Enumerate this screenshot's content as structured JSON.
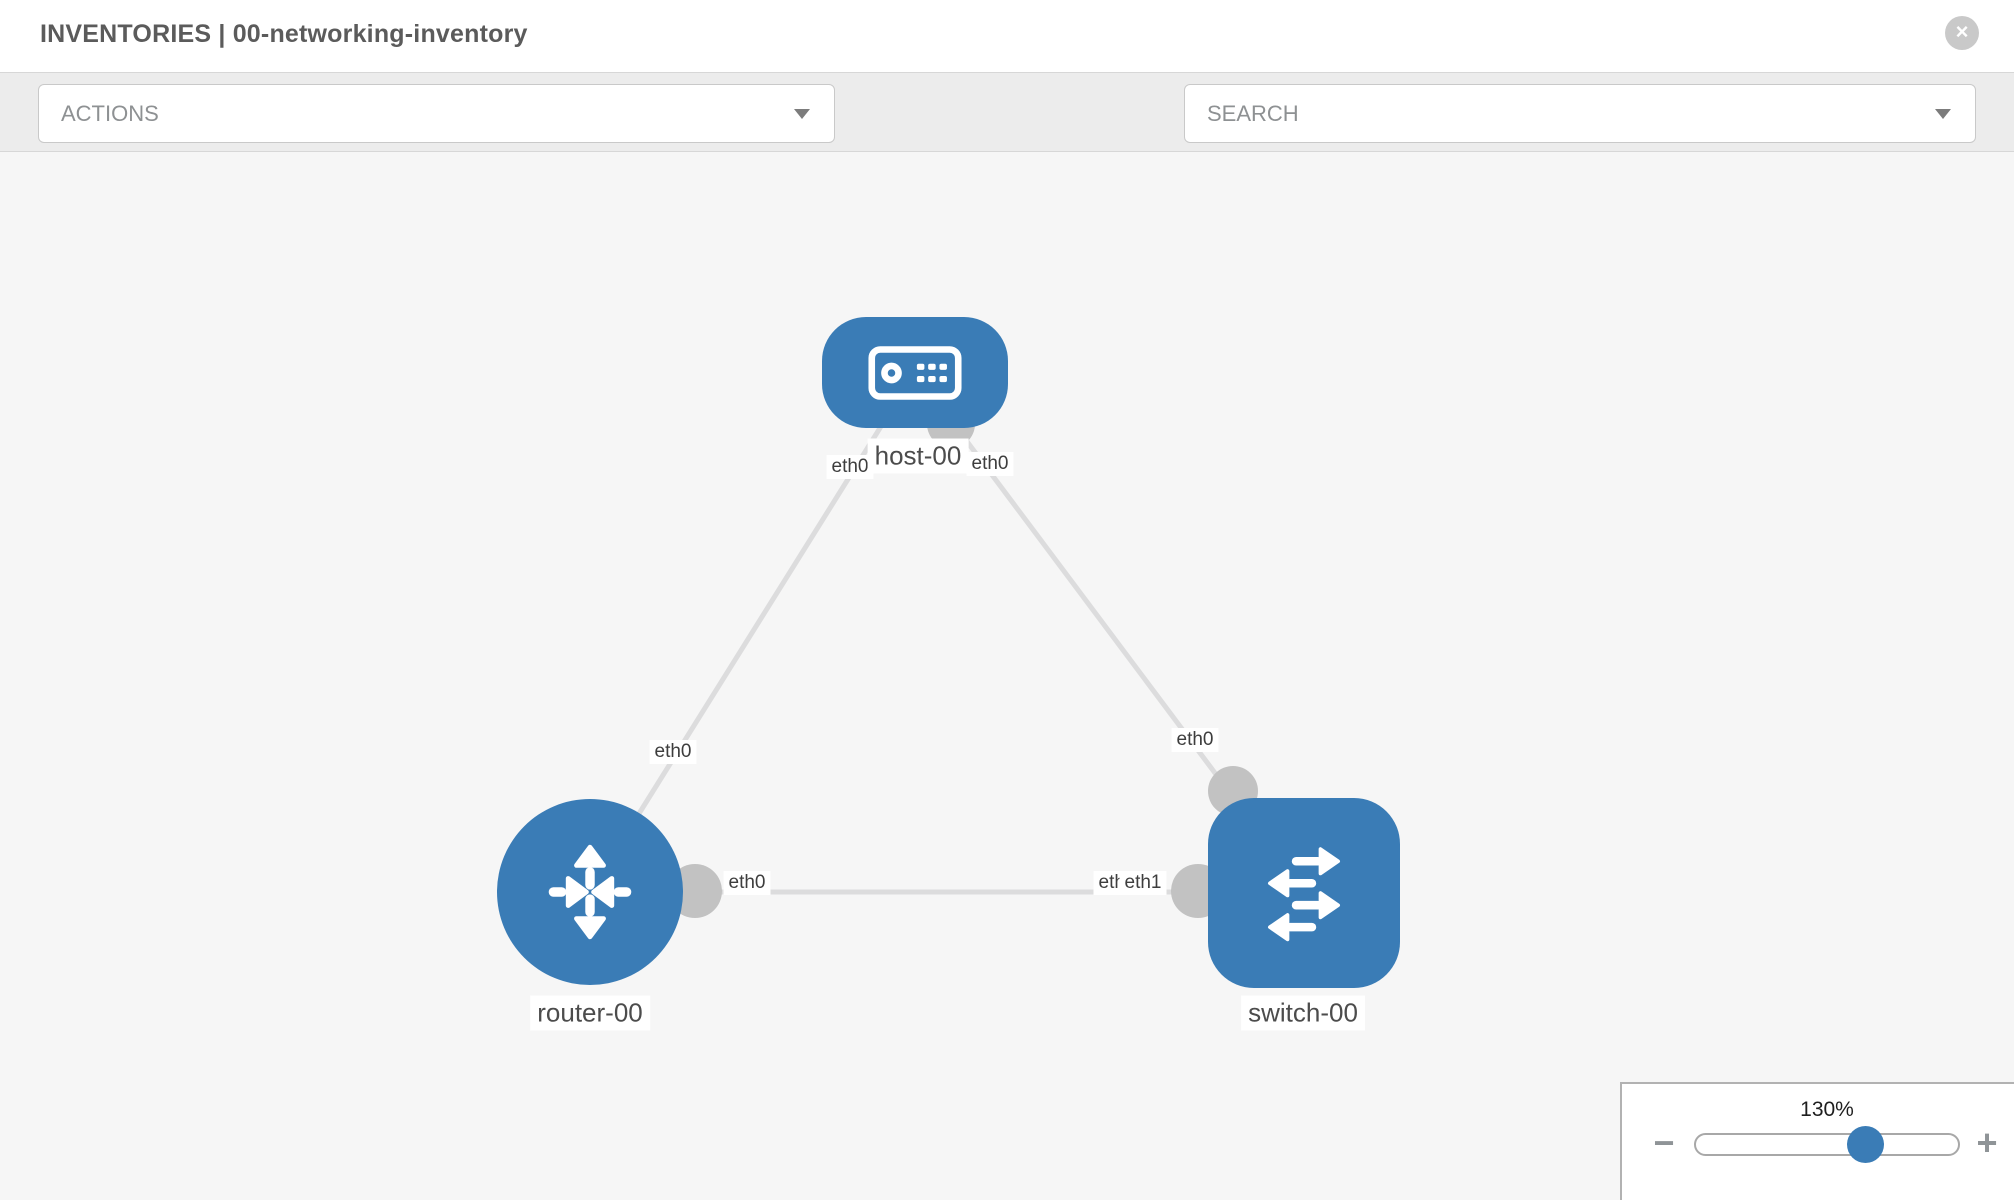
{
  "header": {
    "title": "INVENTORIES | 00-networking-inventory"
  },
  "toolbar": {
    "actions_label": "ACTIONS",
    "search_placeholder": "SEARCH"
  },
  "topology": {
    "nodes": [
      {
        "id": "host-00",
        "type": "host",
        "label": "host-00"
      },
      {
        "id": "router-00",
        "type": "router",
        "label": "router-00"
      },
      {
        "id": "switch-00",
        "type": "switch",
        "label": "switch-00"
      }
    ],
    "links": [
      {
        "from": "host-00",
        "from_if": "eth0",
        "to": "router-00",
        "to_if": "eth0"
      },
      {
        "from": "host-00",
        "from_if": "eth0",
        "to": "switch-00",
        "to_if": "eth0"
      },
      {
        "from": "router-00",
        "from_if": "eth0",
        "to": "switch-00",
        "to_if": "eth1",
        "to_if_overlapped": "eth0"
      }
    ]
  },
  "zoom_panel": {
    "level": "130%"
  },
  "icons": {
    "close": "×",
    "minus": "−",
    "plus": "+"
  },
  "colors": {
    "node_blue": "#3a7cb6",
    "link_gray": "#dcdcdd",
    "connector_gray": "#c2c2c2",
    "accent_blue": "#3a7cb6"
  }
}
